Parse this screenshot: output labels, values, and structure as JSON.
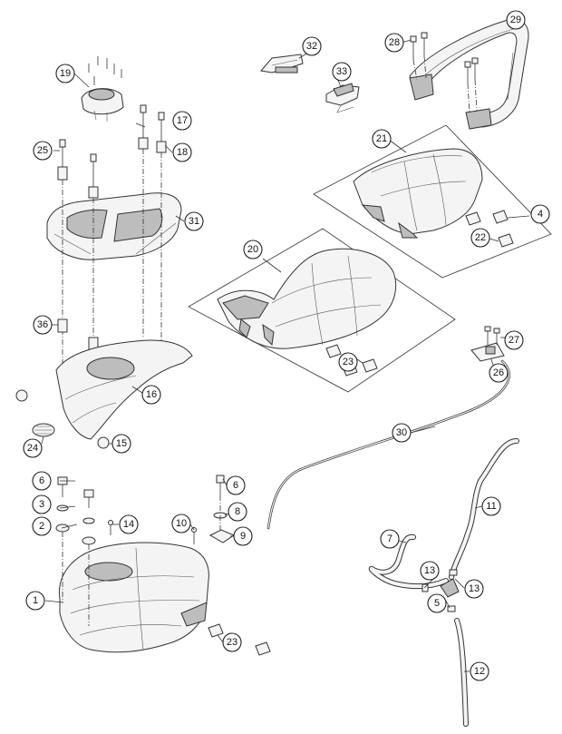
{
  "diagram": {
    "colors": {
      "line": "#333333",
      "fill": "#f4f4f4",
      "shade": "#bdbdbd",
      "background": "#ffffff"
    },
    "callouts": [
      {
        "id": "c1",
        "label": "1"
      },
      {
        "id": "c2",
        "label": "2"
      },
      {
        "id": "c3",
        "label": "3"
      },
      {
        "id": "c4",
        "label": "4"
      },
      {
        "id": "c5",
        "label": "5"
      },
      {
        "id": "c6a",
        "label": "6"
      },
      {
        "id": "c6b",
        "label": "6"
      },
      {
        "id": "c7",
        "label": "7"
      },
      {
        "id": "c8",
        "label": "8"
      },
      {
        "id": "c9",
        "label": "9"
      },
      {
        "id": "c10",
        "label": "10"
      },
      {
        "id": "c11",
        "label": "11"
      },
      {
        "id": "c12",
        "label": "12"
      },
      {
        "id": "c13a",
        "label": "13"
      },
      {
        "id": "c13b",
        "label": "13"
      },
      {
        "id": "c14",
        "label": "14"
      },
      {
        "id": "c15",
        "label": "15"
      },
      {
        "id": "c16",
        "label": "16"
      },
      {
        "id": "c17",
        "label": "17"
      },
      {
        "id": "c18",
        "label": "18"
      },
      {
        "id": "c19",
        "label": "19"
      },
      {
        "id": "c20",
        "label": "20"
      },
      {
        "id": "c21",
        "label": "21"
      },
      {
        "id": "c22",
        "label": "22"
      },
      {
        "id": "c23a",
        "label": "23"
      },
      {
        "id": "c23b",
        "label": "23"
      },
      {
        "id": "c24",
        "label": "24"
      },
      {
        "id": "c25",
        "label": "25"
      },
      {
        "id": "c26",
        "label": "26"
      },
      {
        "id": "c27",
        "label": "27"
      },
      {
        "id": "c28",
        "label": "28"
      },
      {
        "id": "c29",
        "label": "29"
      },
      {
        "id": "c30",
        "label": "30"
      },
      {
        "id": "c31",
        "label": "31"
      },
      {
        "id": "c32",
        "label": "32"
      },
      {
        "id": "c33",
        "label": "33"
      },
      {
        "id": "c36",
        "label": "36"
      }
    ]
  }
}
